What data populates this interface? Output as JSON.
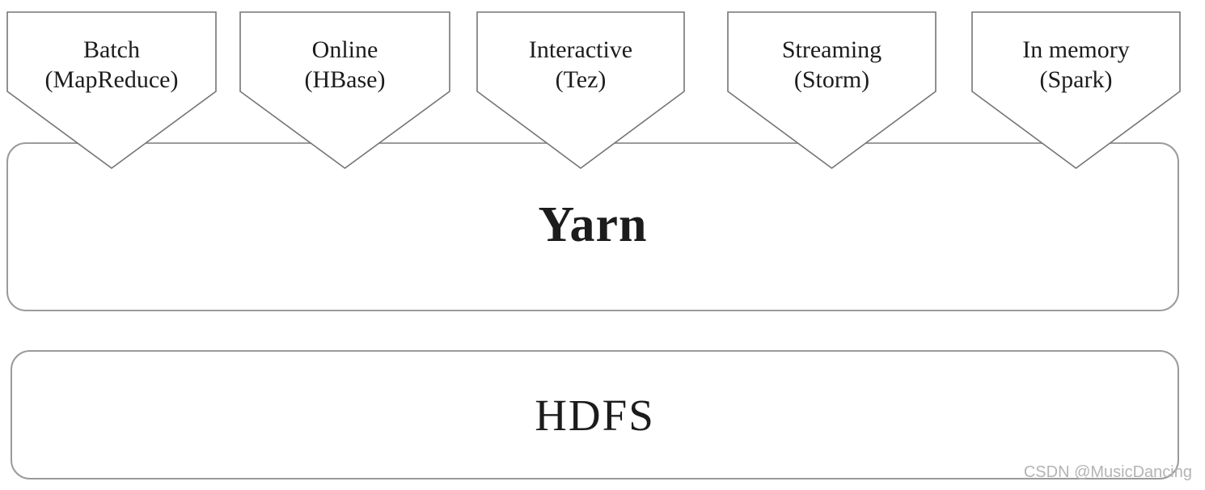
{
  "diagram": {
    "type": "architecture-stack",
    "description": "Hadoop ecosystem stack: processing engines feeding into Yarn over HDFS",
    "components": [
      {
        "label": "Batch",
        "sublabel": "(MapReduce)"
      },
      {
        "label": "Online",
        "sublabel": "(HBase)"
      },
      {
        "label": "Interactive",
        "sublabel": "(Tez)"
      },
      {
        "label": "Streaming",
        "sublabel": "(Storm)"
      },
      {
        "label": "In memory",
        "sublabel": "(Spark)"
      }
    ],
    "layers": [
      {
        "label": "Yarn"
      },
      {
        "label": "HDFS"
      }
    ],
    "watermark": "CSDN @MusicDancing",
    "colors": {
      "background": "#ffffff",
      "box_border": "#9b9b9b",
      "pentagon_border": "#757575",
      "text": "#1c1c1c",
      "watermark": "#b4b4b4"
    }
  }
}
